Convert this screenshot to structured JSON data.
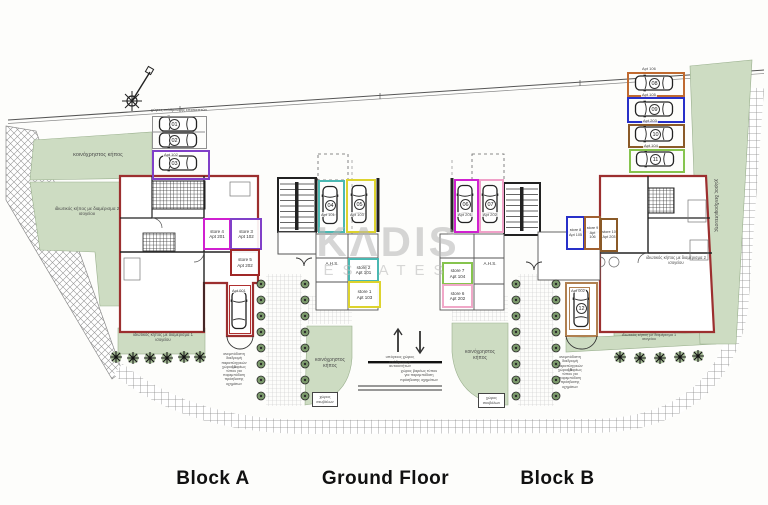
{
  "titles": {
    "block_a": "Block A",
    "ground_floor": "Ground Floor",
    "block_b": "Block B"
  },
  "watermark": {
    "name": "KΛDIS",
    "sub": "ESTATES"
  },
  "gardens": {
    "communal_top_left": "κοινόχρηστος κήπος",
    "private_left_upper": "ιδιωτικός κήπος με διαμέρισμα 2 ισογείου",
    "private_left_lower": "ιδιωτικός κήπος με διαμέρισμα 1 ισογείου",
    "communal_center_left": "κοινόχρηστος κήπος",
    "communal_center_right": "κοινόχρηστος κήπος",
    "private_right": "ιδιωτικός κήπος με διαμέρισμα 2 ισογείου",
    "private_right_band": "ιδιωτικός κήπος με διαμέρισμα 1 ισογείου",
    "tree_zone": "χώρος δενδροφύτευσης"
  },
  "ramp": {
    "basement": "υπόγειος χώρος στάθμευσης αυτοκινήτων",
    "heavy_center": "χώρος βαρέως τύπου για παρεμπόδιση πρόσβασης οχημάτων",
    "accessible_left": "ανεμπόδιστη διαδρομή παραπληγικών 1Α",
    "heavy_left": "χώρος βαρέως τύπου για παρεμπόδιση πρόσβασης οχημάτων",
    "accessible_right": "ανεμπόδιστη διαδρομή παραπληγικών 1Β",
    "heavy_right": "χώρος βαρέως τύπου για παρεμπόδιση πρόσβασης οχημάτων",
    "bins_left": "χώρος σκυβάλων",
    "bins_right": "χώρος σκυβάλων"
  },
  "rooms": {
    "ahs": "A.H.S."
  },
  "stores": [
    {
      "line1": "store 1",
      "line2": "Apt 103",
      "color": "#ddd32e"
    },
    {
      "line1": "store 2",
      "line2": "Apt 101",
      "color": "#4ab8b2"
    },
    {
      "line1": "store 3",
      "line2": "Apt 102",
      "color": "#8040c8"
    },
    {
      "line1": "store 4",
      "line2": "Apt 201",
      "color": "#d020d0"
    },
    {
      "line1": "store 5",
      "line2": "Apt 202",
      "color": "#a02828"
    },
    {
      "line1": "store 6",
      "line2": "Apt 202",
      "color": "#f0a8c8"
    },
    {
      "line1": "store 7",
      "line2": "Apt 104",
      "color": "#86c44e"
    },
    {
      "line1": "store 8",
      "line2": "Apt 105",
      "color": "#2830c8"
    },
    {
      "line1": "store 9",
      "line2": "Apt 106",
      "color": "#a06030"
    },
    {
      "line1": "store 10",
      "line2": "Apt 203",
      "color": "#8a5a28"
    }
  ],
  "parking": {
    "visitors_label": "χώρος στάθμευσης επισκεπτών",
    "bay_a_apt": "Apt 001",
    "spots": [
      {
        "num": "01",
        "apt": ""
      },
      {
        "num": "02",
        "apt": ""
      },
      {
        "num": "03",
        "apt": "Apt 102"
      },
      {
        "num": "04",
        "apt": "Apt 101"
      },
      {
        "num": "05",
        "apt": "Apt 103"
      },
      {
        "num": "06",
        "apt": "Apt 201"
      },
      {
        "num": "07",
        "apt": "Apt 202"
      },
      {
        "num": "08",
        "apt": "Apt 106"
      },
      {
        "num": "09",
        "apt": "Apt 105"
      },
      {
        "num": "10",
        "apt": "Apt 203"
      },
      {
        "num": "11",
        "apt": "Apt 104"
      },
      {
        "num": "12",
        "apt": "Apt 002"
      }
    ]
  }
}
